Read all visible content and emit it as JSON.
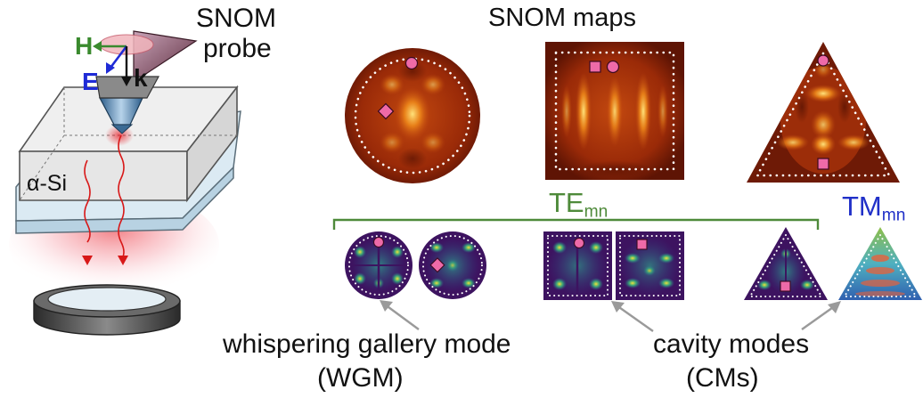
{
  "labels": {
    "snom_probe_line1": "SNOM",
    "snom_probe_line2": "probe",
    "snom_maps": "SNOM maps",
    "h_field": "H",
    "e_field": "E",
    "k_vector": "k",
    "material": "α-Si",
    "te_main": "TE",
    "te_sub": "mn",
    "tm_main": "TM",
    "tm_sub": "mn",
    "wgm_line1": "whispering gallery mode",
    "wgm_line2": "(WGM)",
    "cm_line1": "cavity modes",
    "cm_line2": "(CMs)"
  },
  "colors": {
    "h_field": "#3a8a2e",
    "e_field": "#1f2bd6",
    "te_bracket": "#4e8a3a",
    "tm_text": "#2030c8",
    "marker_pink": "#ee6aa8",
    "snom_dark": "#3b0700",
    "snom_mid": "#a8320a",
    "snom_hot": "#ffd95a",
    "mode_dark": "#3d1360",
    "mode_bright": "#f2e33a",
    "laser_red": "#e8141e",
    "arrow_gray": "#9a9a9a"
  },
  "icons": [
    "circle-marker-icon",
    "square-marker-icon",
    "diamond-marker-icon"
  ]
}
